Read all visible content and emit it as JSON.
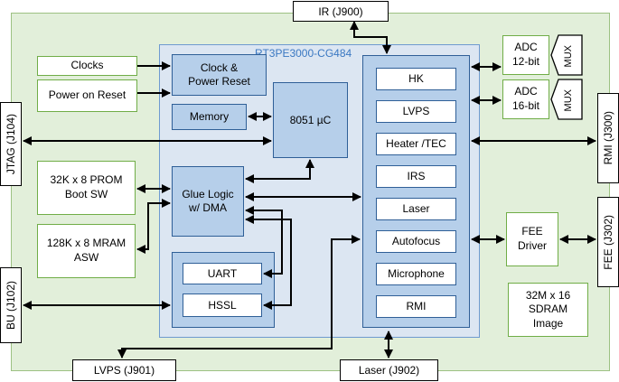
{
  "connectors": {
    "ir": "IR (J900)",
    "jtag": "JTAG (J104)",
    "bu": "BU (J102)",
    "rmi": "RMI (J300)",
    "fee": "FEE (J302)",
    "lvps": "LVPS (J901)",
    "laser": "Laser (J902)"
  },
  "inputs": {
    "clocks": "Clocks",
    "por": "Power on Reset"
  },
  "memories": {
    "prom": [
      "32K x 8 PROM",
      "Boot SW"
    ],
    "mram": [
      "128K x 8 MRAM",
      "ASW"
    ],
    "sdram": [
      "32M x 16",
      "SDRAM",
      "Image"
    ]
  },
  "fpga": {
    "title": "RT3PE3000-CG484",
    "clock_reset": [
      "Clock &",
      "Power Reset"
    ],
    "memory": "Memory",
    "uc": "8051 µC",
    "glue": [
      "Glue Logic",
      "w/ DMA"
    ],
    "uart": "UART",
    "hssl": "HSSL",
    "peripherals": [
      "HK",
      "LVPS",
      "Heater /TEC",
      "IRS",
      "Laser",
      "Autofocus",
      "Microphone",
      "RMI"
    ]
  },
  "adcs": [
    {
      "lines": [
        "ADC",
        "12-bit"
      ],
      "mux": "MUX"
    },
    {
      "lines": [
        "ADC",
        "16-bit"
      ],
      "mux": "MUX"
    }
  ],
  "fee_driver": [
    "FEE",
    "Driver"
  ],
  "colors": {
    "board_fill": "#e2efda",
    "board_border": "#9dc183",
    "fpga_fill": "#dce6f2",
    "block_fill": "#b6cfea",
    "block_border": "#2f5f97",
    "title_text": "#3a78c2",
    "green_border": "#70ad47"
  }
}
